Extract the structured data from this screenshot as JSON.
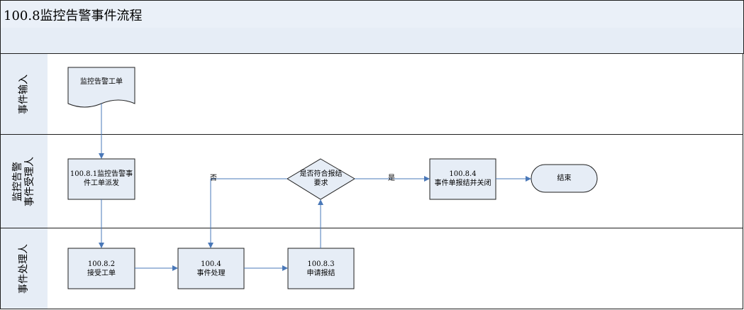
{
  "title": "100.8监控告警事件流程",
  "lanes": [
    {
      "label": "事件输入"
    },
    {
      "label": "监控告警\n事件受理人"
    },
    {
      "label": "事件处理人"
    }
  ],
  "nodes": {
    "doc": "监控告警工单",
    "dispatch": "100.8.1监控告警事\n件工单派发",
    "decision": "是否符合报结\n要求",
    "close": "100.8.4\n事件单报结并关闭",
    "end": "结束",
    "accept": "100.8.2\n接受工单",
    "handle": "100.4\n事件处理",
    "apply": "100.8.3\n申请报结"
  },
  "edge_labels": {
    "no": "否",
    "yes": "是"
  },
  "colors": {
    "lane_fill": "#e6edf6",
    "node_fill": "#e6edf6",
    "border": "#1f1f1f",
    "arrow": "#4a78b8"
  }
}
